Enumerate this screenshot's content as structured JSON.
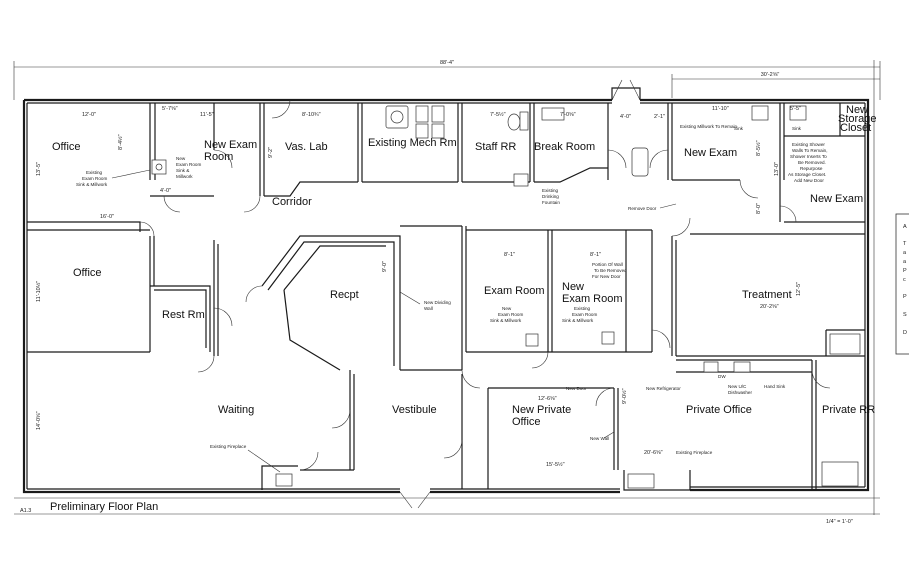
{
  "sheet": {
    "number": "A1.3",
    "title": "Preliminary Floor Plan",
    "scale": "1/4\" = 1'-0\"",
    "legend_letters": [
      "A",
      "T",
      "a",
      "a",
      "P",
      "c",
      "P",
      "S",
      "D"
    ]
  },
  "dimensions": {
    "overall": "88'-4\"",
    "top_right": "30'-2⅝\"",
    "office_width": "12'-0\"",
    "office_depth": "13'-5\"",
    "office_span": "16'-0\"",
    "new_exam_room_top": "5'-7⅝\"",
    "new_exam_room_top2": "11'-5\"",
    "new_exam_room_side": "8'-4½\"",
    "new_exam_room_side2": "4'-0\"",
    "vas_lab_top": "8'-10¾\"",
    "vas_lab_side": "9'-2\"",
    "staff_rr_top": "7'-5½\"",
    "break_room_top": "7'-0⅝\"",
    "corridor_gap": "4'-0\"",
    "corridor_gap2": "2'-1\"",
    "new_exam_top": "11'-10\"",
    "new_exam_side": "8'-5½\"",
    "storage_top": "5'-5\"",
    "new_exam_right_side": "13'-0\"",
    "new_exam_right_lower": "8'-0\"",
    "office2_side": "11'-10½\"",
    "recept_side": "9'-0\"",
    "exam_room_top": "8'-1\"",
    "new_exam_room2_top": "8'-1\"",
    "treatment_width": "20'-2⅝\"",
    "treatment_side": "12'-5\"",
    "waiting_side": "14'-0⅝\"",
    "private_office_top": "12'-6⅝\"",
    "private_office_bottom": "15'-5½\"",
    "private_office_side": "9'-0½\"",
    "fireplace_width": "20'-6⅝\""
  },
  "rooms": {
    "office": "Office",
    "new_exam_room": "New Exam Room",
    "vas_lab": "Vas. Lab",
    "existing_mech_rm": "Existing Mech Rm",
    "staff_rr": "Staff RR",
    "break_room": "Break Room",
    "new_exam": "New Exam",
    "new_storage_closet": "New Storage Closet",
    "new_exam_right": "New Exam",
    "corridor": "Corridor",
    "office2": "Office",
    "rest_rm": "Rest Rm",
    "recept": "Recpt",
    "exam_room": "Exam Room",
    "new_exam_room2": "New Exam Room",
    "treatment": "Treatment",
    "waiting": "Waiting",
    "vestibule": "Vestibule",
    "new_private_office": "New Private Office",
    "private_office": "Private Office",
    "private_rr": "Private RR"
  },
  "notes": {
    "office_existing": [
      "Existing",
      "Exam Room",
      "Sink & Millwork"
    ],
    "new_exam_sink": [
      "New",
      "Exam Room",
      "Sink &",
      "Millwork"
    ],
    "drinking_fountain": [
      "Existing",
      "Drinking",
      "Fountain"
    ],
    "millwork_remain": "Existing Millwork To Remain",
    "sink": "Sink",
    "sink2": "Sink",
    "shower_walls": [
      "Existing Shower",
      "Walls To Remain,",
      "Shower Inserts To",
      "Be Removed.",
      "Repurpose",
      "As Storage Closet.",
      "Add New Door"
    ],
    "remove_door": "Remove Door",
    "portion_wall": [
      "Portion Of Wall",
      "To Be Removed",
      "For New Door"
    ],
    "new_dividing_wall": [
      "New Dividing",
      "Wall"
    ],
    "exam_sink": [
      "New",
      "Exam Room",
      "Sink & Millwork"
    ],
    "exam_sink2": [
      "Existing",
      "Exam Room",
      "Sink & Millwork"
    ],
    "new_refrigerator": "New Refrigerator",
    "dw": "DW",
    "new_dishwasher": [
      "New U/C",
      "Dishwasher"
    ],
    "hand_sink": "Hand Sink",
    "new_door": "New Door",
    "new_wall": "New Wall",
    "existing_fireplace": "Existing Fireplace",
    "existing_fireplace2": "Existing Fireplace"
  }
}
